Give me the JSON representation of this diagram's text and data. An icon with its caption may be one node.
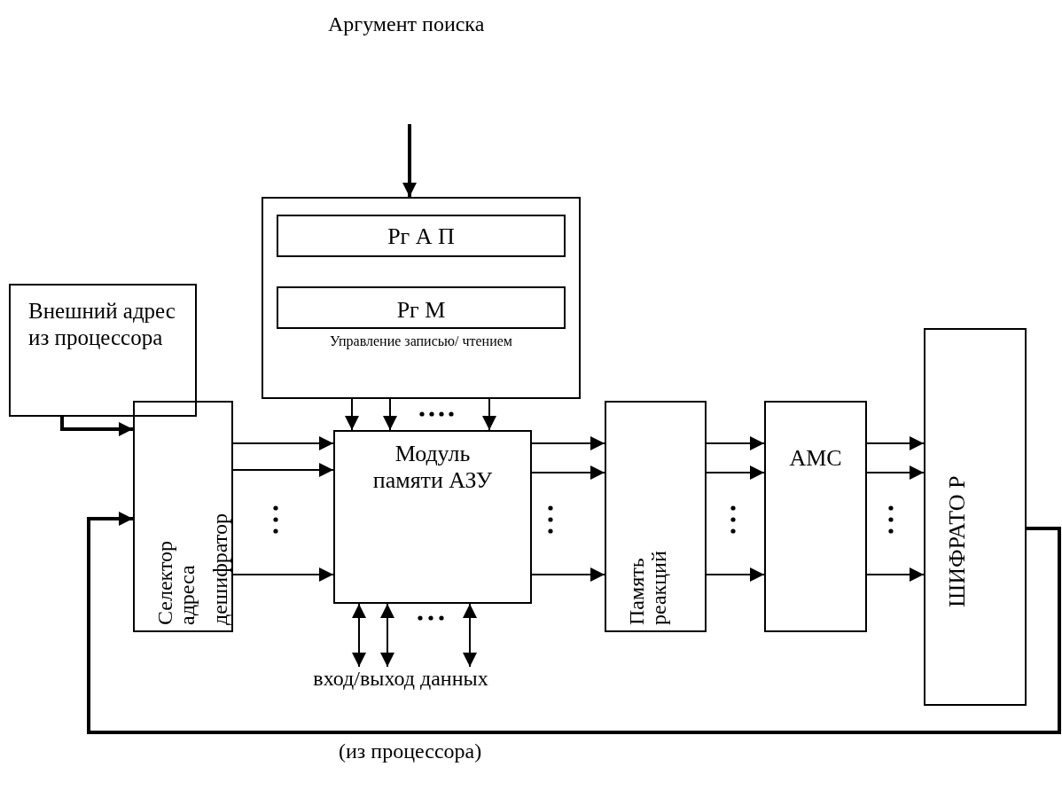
{
  "diagram": {
    "nodes": [
      {
        "text": [
          "Управление записью/ чтением"
        ]
      },
      {
        "text": [
          "Рг А П"
        ],
        "in": 0
      },
      {
        "text": [
          "Рг М"
        ],
        "in": 0
      },
      {
        "text": [
          "Внешний адрес из процессора"
        ]
      },
      {
        "text": [
          "Селектор адреса",
          "дешифратор"
        ]
      },
      {
        "text": [
          "Модуль памяти АЗУ"
        ]
      },
      {
        "text": [
          "Память реакций"
        ]
      },
      {
        "text": [
          "АМС"
        ]
      },
      {
        "text": [
          "ШИФРАТО Р"
        ]
      },
      {
        "text": [
          "вход/выход данных"
        ]
      }
    ],
    "edges": [
      {
        "from": null,
        "to": 0,
        "arrow": "to",
        "style": "thick"
      },
      {
        "from": 0,
        "to": 5,
        "arrow": "to"
      },
      {
        "from": 0,
        "to": 5,
        "arrow": "to"
      },
      {
        "from": 0,
        "to": 5,
        "arrow": "to"
      },
      {
        "from": 3,
        "to": 4,
        "arrow": "to",
        "style": "thick"
      },
      {
        "from": 4,
        "to": 5,
        "arrow": "to"
      },
      {
        "from": 4,
        "to": 5,
        "arrow": "to"
      },
      {
        "from": 4,
        "to": 5,
        "arrow": "to"
      },
      {
        "from": 5,
        "to": 6,
        "arrow": "to"
      },
      {
        "from": 5,
        "to": 6,
        "arrow": "to"
      },
      {
        "from": 5,
        "to": 6,
        "arrow": "to"
      },
      {
        "from": 6,
        "to": 7,
        "arrow": "to"
      },
      {
        "from": 6,
        "to": 7,
        "arrow": "to"
      },
      {
        "from": 6,
        "to": 7,
        "arrow": "to"
      },
      {
        "from": 7,
        "to": 8,
        "arrow": "to"
      },
      {
        "from": 7,
        "to": 8,
        "arrow": "to"
      },
      {
        "from": 7,
        "to": 8,
        "arrow": "to"
      },
      {
        "from": 5,
        "to": 9,
        "arrow": "both"
      },
      {
        "from": 5,
        "to": 9,
        "arrow": "both"
      },
      {
        "from": 5,
        "to": 9,
        "arrow": "both"
      },
      {
        "from": 8,
        "to": 4,
        "arrow": "to",
        "style": "thick"
      }
    ],
    "labels": [
      "Аргумент поиска",
      "(из процессора)"
    ]
  }
}
